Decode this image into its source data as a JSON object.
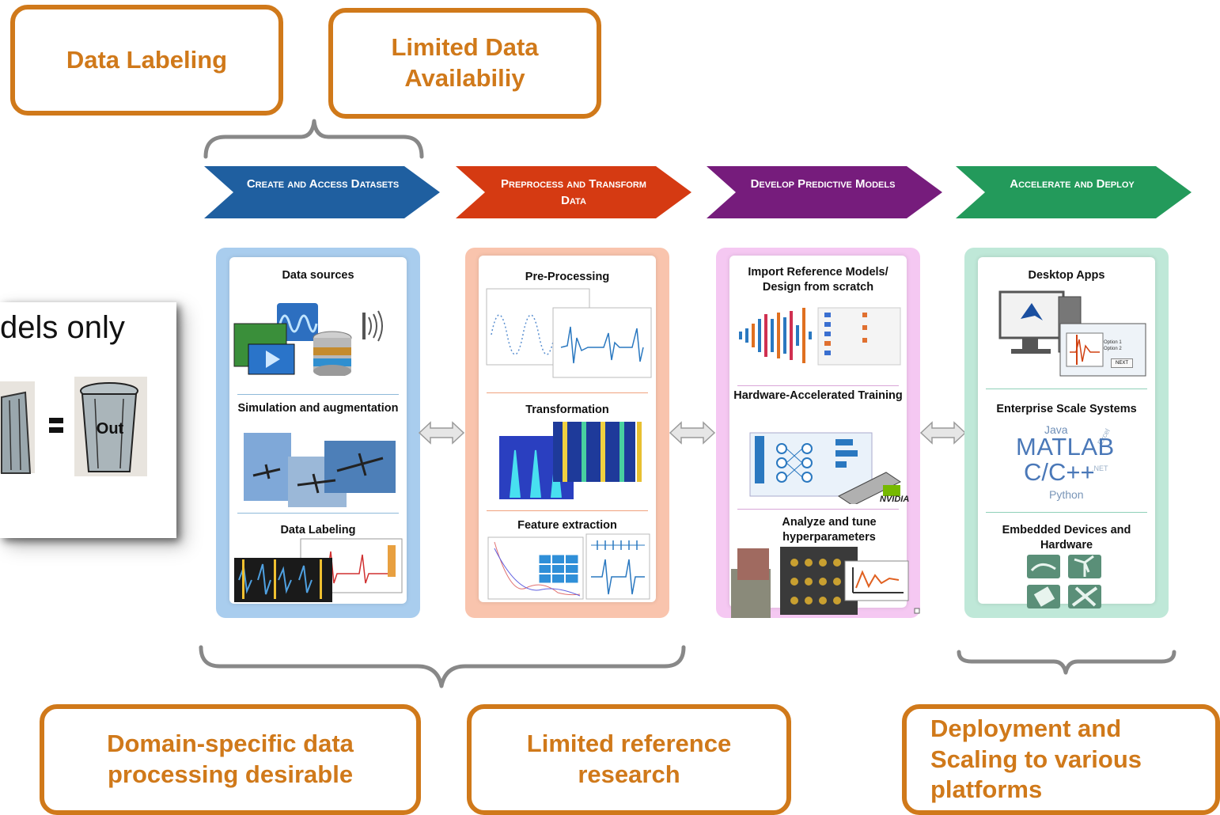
{
  "callouts": {
    "data_labeling": "Data Labeling",
    "limited_data": "Limited Data Availabiliy",
    "domain_specific": "Domain-specific data processing desirable",
    "limited_reference": "Limited reference research",
    "deployment": "Deployment and Scaling to various platforms"
  },
  "background_slide": {
    "text": "dels only",
    "bin_equals": "=",
    "bin_out": "Out"
  },
  "stages": [
    {
      "label": "Create and Access Datasets",
      "color": "#1f5fa0"
    },
    {
      "label": "Preprocess and Transform Data",
      "color": "#d53a12"
    },
    {
      "label": "Develop Predictive Models",
      "color": "#761c7c"
    },
    {
      "label": "Accelerate and Deploy",
      "color": "#239a5b"
    }
  ],
  "panels": {
    "datasets": {
      "color": "#a9cdee",
      "divider": "#8fb9d9",
      "sections": [
        "Data sources",
        "Simulation and augmentation",
        "Data Labeling"
      ]
    },
    "preprocess": {
      "color": "#f9c4ad",
      "divider": "#f0a27e",
      "sections": [
        "Pre-Processing",
        "Transformation",
        "Feature extraction"
      ]
    },
    "models": {
      "color": "#f5c8f2",
      "divider": "#d9a6d8",
      "sections": [
        "Import Reference Models/ Design from scratch",
        "Hardware-Accelerated Training",
        "Analyze and tune hyperparameters"
      ],
      "nvidia": "NVIDIA"
    },
    "deploy": {
      "color": "#bfe8d8",
      "divider": "#8fd0b8",
      "sections": [
        "Desktop Apps",
        "Enterprise Scale Systems",
        "Embedded Devices and Hardware"
      ],
      "desktop_options": [
        "Option 1",
        "Option 2"
      ],
      "desktop_next": "NEXT",
      "languages": {
        "java": "Java",
        "excel": "Excel",
        "net": ".NET",
        "matlab": "MATLAB",
        "cpp": "C/C++",
        "python": "Python"
      }
    }
  }
}
